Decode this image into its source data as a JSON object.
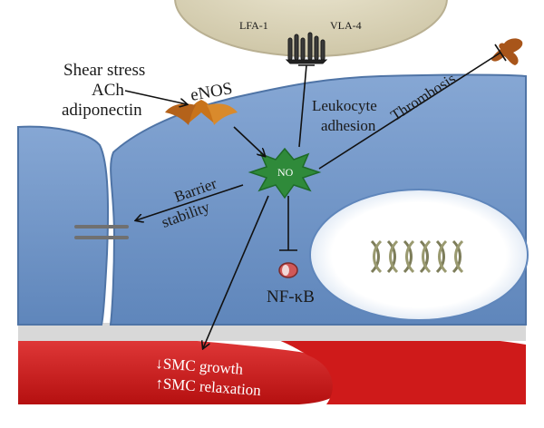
{
  "labels": {
    "stimuli": [
      "Shear stress",
      "ACh",
      "adiponectin"
    ],
    "enos": "eNOS",
    "lfa1": "LFA-1",
    "vla4": "VLA-4",
    "leukocyte_adhesion": [
      "Leukocyte",
      "adhesion"
    ],
    "thrombosis": "Thrombosis",
    "no": "NO",
    "barrier_stability": [
      "Barrier",
      "stability"
    ],
    "nfkb": "NF-κB",
    "smc_growth": "↓SMC growth",
    "smc_relaxation": "↑SMC relaxation"
  },
  "colors": {
    "endothelial_cell": "#6f95c7",
    "endothelial_cell_edge": "#4f74a6",
    "nucleus": "#ffffff",
    "basement_layer": "#d6d6d6",
    "smooth_muscle": "#d81f1f",
    "leukocyte": "#ddd6bd",
    "no_star": "#2f8a3a",
    "enos": "#c8731a",
    "platelet": "#a8551a",
    "arrow": "#111111"
  },
  "icons": {
    "enos": "enos-receptor-icon",
    "integrins": "integrin-receptor-icon",
    "platelet": "platelet-icon",
    "nfkb": "nfkb-molecule-icon",
    "dna": "dna-helix-icon",
    "no": "no-star-icon"
  }
}
